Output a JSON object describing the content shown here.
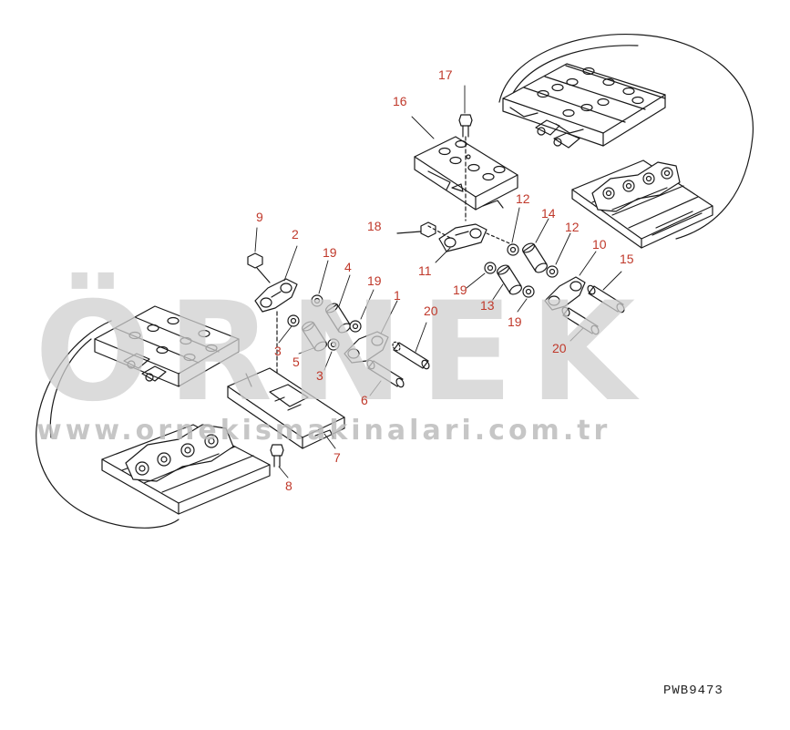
{
  "diagram": {
    "drawing_code": "PWB9473",
    "watermark": {
      "logo": "ÖRNEK",
      "url": "www.ornekismakinalari.com.tr"
    },
    "callouts": [
      {
        "id": "c17",
        "label": "17"
      },
      {
        "id": "c16",
        "label": "16"
      },
      {
        "id": "c12a",
        "label": "12"
      },
      {
        "id": "c14",
        "label": "14"
      },
      {
        "id": "c12b",
        "label": "12"
      },
      {
        "id": "c18",
        "label": "18"
      },
      {
        "id": "c10",
        "label": "10"
      },
      {
        "id": "c15",
        "label": "15"
      },
      {
        "id": "c9",
        "label": "9"
      },
      {
        "id": "c2",
        "label": "2"
      },
      {
        "id": "c19a",
        "label": "19"
      },
      {
        "id": "c11",
        "label": "11"
      },
      {
        "id": "c19b",
        "label": "19"
      },
      {
        "id": "c13",
        "label": "13"
      },
      {
        "id": "c19c",
        "label": "19"
      },
      {
        "id": "c4",
        "label": "4"
      },
      {
        "id": "c19d",
        "label": "19"
      },
      {
        "id": "c1",
        "label": "1"
      },
      {
        "id": "c20a",
        "label": "20"
      },
      {
        "id": "c20b",
        "label": "20"
      },
      {
        "id": "c3a",
        "label": "3"
      },
      {
        "id": "c5",
        "label": "5"
      },
      {
        "id": "c3b",
        "label": "3"
      },
      {
        "id": "c6",
        "label": "6"
      },
      {
        "id": "c7",
        "label": "7"
      },
      {
        "id": "c8",
        "label": "8"
      }
    ]
  }
}
